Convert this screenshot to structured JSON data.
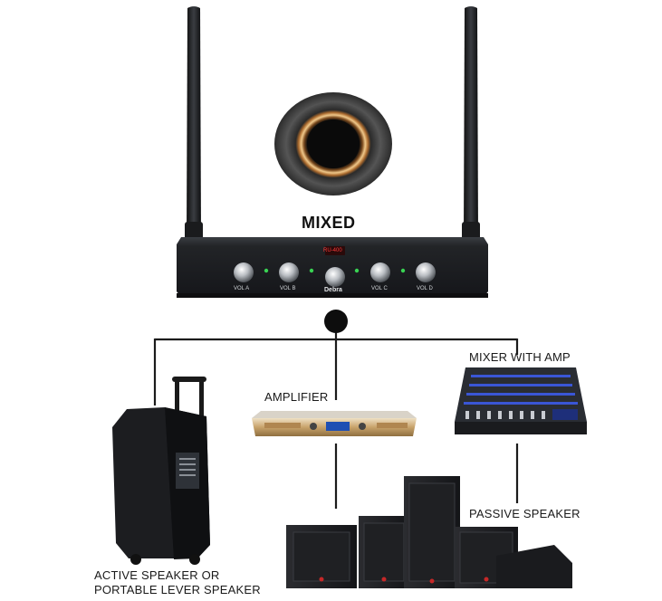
{
  "receiver": {
    "model": "RU-400",
    "brand": "Debra",
    "knob_labels": [
      "VOL A",
      "VOL B",
      "VOL C",
      "VOL D"
    ],
    "connector_label": "MIXED"
  },
  "devices": {
    "amplifier": "AMPLIFIER",
    "mixer": "MIXER WITH AMP",
    "passive": "PASSIVE SPEAKER",
    "active_line1": "ACTIVE SPEAKER OR",
    "active_line2": "PORTABLE LEVER SPEAKER"
  },
  "colors": {
    "line": "#1b1b1b",
    "receiver_body": "#1f2124",
    "mixer_blue": "#2c3da8",
    "amp_gold": "#c8a36b",
    "speaker_black": "#1a1a1a",
    "led_green": "#39d353"
  }
}
